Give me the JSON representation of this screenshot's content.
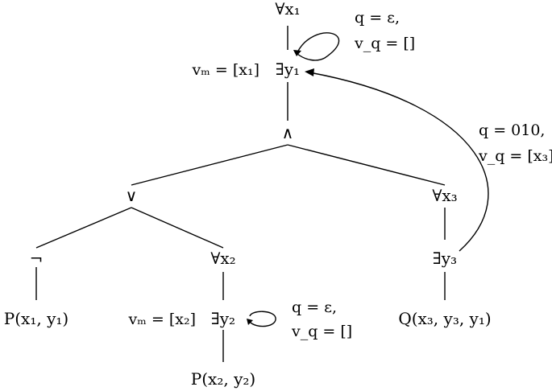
{
  "nodes": {
    "forall_x1": "∀x₁",
    "exists_y1": "∃y₁",
    "and": "∧",
    "or": "∨",
    "not": "¬",
    "forall_x2": "∀x₂",
    "exists_y2": "∃y₂",
    "forall_x3": "∀x₃",
    "exists_y3": "∃y₃",
    "leaf_p1": "P(x₁, y₁)",
    "leaf_p2": "P(x₂, y₂)",
    "leaf_q": "Q(x₃, y₃, y₁)"
  },
  "annotations": {
    "vm_y1": "vₘ = [x₁]",
    "vm_y2": "vₘ = [x₂]",
    "loop_y1_q": "q = ε,",
    "loop_y1_vq": "v_q = []",
    "loop_y2_q": "q = ε,",
    "loop_y2_vq": "v_q = []",
    "arc_q": "q = 010,",
    "arc_vq": "v_q = [x₃]"
  }
}
